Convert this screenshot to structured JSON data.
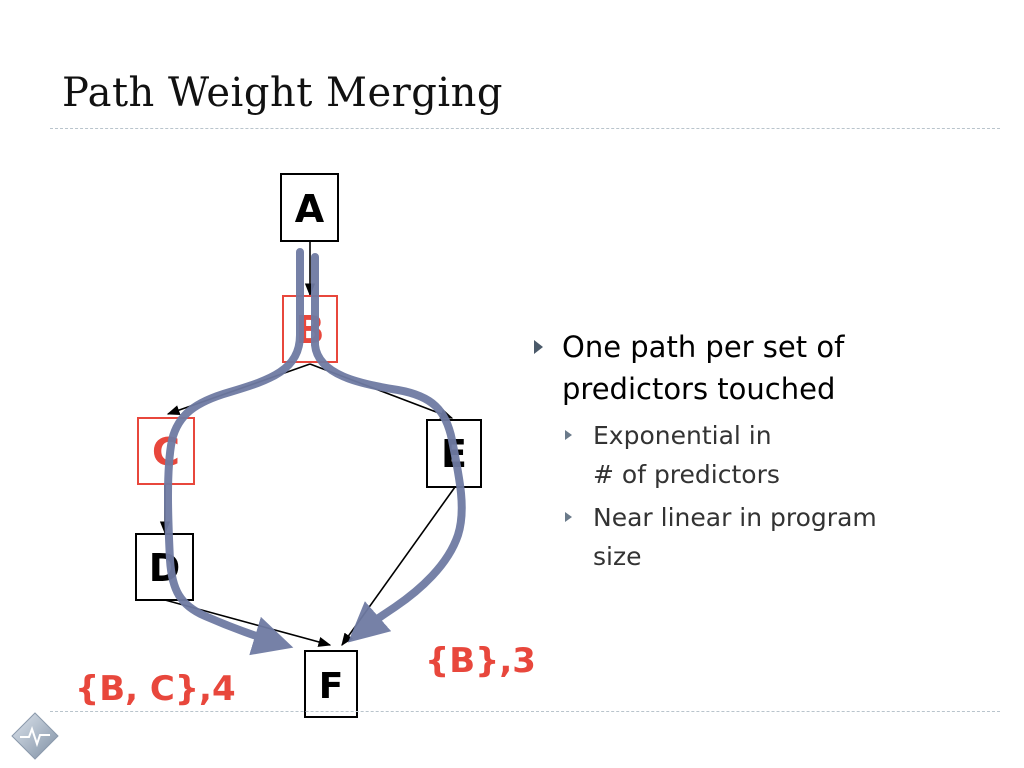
{
  "slide": {
    "title": "Path Weight Merging"
  },
  "diagram": {
    "nodes": {
      "A": "A",
      "B": "B",
      "C": "C",
      "D": "D",
      "E": "E",
      "F": "F"
    },
    "path_labels": {
      "right": "{B},3",
      "left": "{B, C},4"
    },
    "colors": {
      "highlight": "#e8473c",
      "path": "#6f7ba3",
      "edge": "#000000"
    }
  },
  "bullets": {
    "main_line1": "One path per set of",
    "main_line2": "predictors touched",
    "sub1_line1": "Exponential in",
    "sub1_line2": "# of predictors",
    "sub2_line1": "Near linear in program",
    "sub2_line2": "size"
  }
}
